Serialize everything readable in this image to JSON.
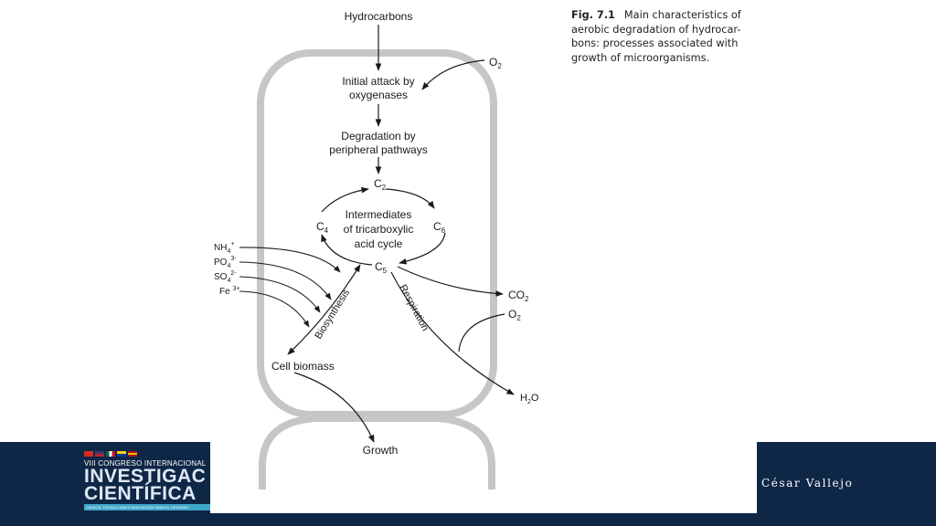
{
  "slide": {
    "caption_fig": "Fig. 7.1",
    "caption_line1": "Main characteristics of",
    "caption_line2": "aerobic degradation of hydrocar-",
    "caption_line3": "bons: processes associated with",
    "caption_line4": "growth of microorganisms."
  },
  "diagram": {
    "hydrocarbons": "Hydrocarbons",
    "o2_top": "O",
    "o2_top_sub": "2",
    "initial_attack_1": "Initial attack by",
    "initial_attack_2": "oxygenases",
    "degradation_1": "Degradation by",
    "degradation_2": "peripheral pathways",
    "c2": "C",
    "c2_sub": "2",
    "c4": "C",
    "c4_sub": "4",
    "c6": "C",
    "c6_sub": "6",
    "c5": "C",
    "c5_sub": "5",
    "tca_1": "Intermediates",
    "tca_2": "of tricarboxylic",
    "tca_3": "acid cycle",
    "nh4": "NH",
    "nh4_sub": "4",
    "nh4_sup": "+",
    "po4": "PO",
    "po4_sub": "4",
    "po4_sup": "3-",
    "so4": "SO",
    "so4_sub": "4",
    "so4_sup": "2-",
    "fe": "Fe",
    "fe_sup": "3+",
    "biosynthesis": "Biosynthesis",
    "respiration": "Respiration",
    "co2": "CO",
    "co2_sub": "2",
    "o2_right": "O",
    "o2_right_sub": "2",
    "h2o_h": "H",
    "h2o_sub": "2",
    "h2o_o": "O",
    "cell_biomass": "Cell biomass",
    "growth": "Growth"
  },
  "footer": {
    "congress": "VIII CONGRESO INTERNACIONAL",
    "title_1": "INVESTIGAC",
    "title_2": "CIENTÍFICA",
    "tagline": "CIENCIA, TECNOLOGÍA E INNOVACIÓN PARA EL DESARRO",
    "brand": "César Vallejo"
  },
  "colors": {
    "footer_bg": "#0f2747",
    "cell_outline": "#c6c6c6",
    "text": "#1a1a1a"
  }
}
